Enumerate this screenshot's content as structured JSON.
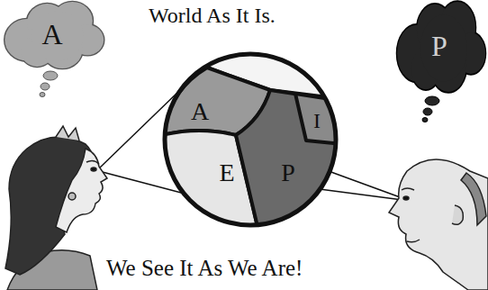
{
  "diagram": {
    "title": "World As It Is.",
    "caption": "We See It As We Are!",
    "nodes": [
      {
        "text": [
          "A"
        ]
      },
      {
        "text": [
          "P"
        ]
      },
      {
        "text": [
          "A"
        ]
      },
      {
        "text": [
          "I"
        ]
      },
      {
        "text": [
          "E"
        ]
      },
      {
        "text": [
          "P"
        ]
      }
    ]
  }
}
